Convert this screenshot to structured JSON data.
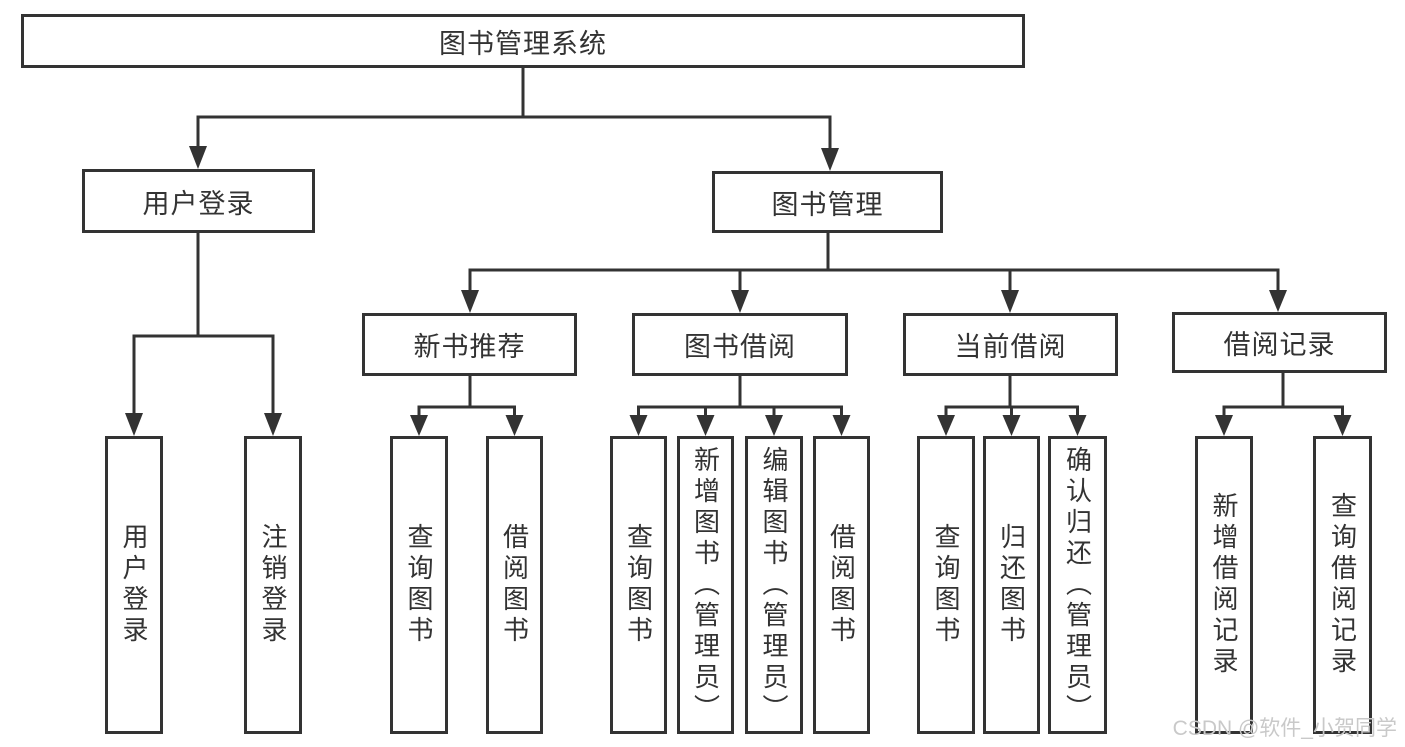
{
  "colors": {
    "line": "#333333",
    "text": "#333333",
    "watermark": "#c9c9c9",
    "background": "#ffffff"
  },
  "watermark": "CSDN @软件_小贺同学",
  "tree": {
    "root": "图书管理系统",
    "user": {
      "label": "用户登录",
      "children": [
        "用户登录",
        "注销登录"
      ]
    },
    "book": {
      "label": "图书管理",
      "groups": [
        {
          "label": "新书推荐",
          "children": [
            "查询图书",
            "借阅图书"
          ]
        },
        {
          "label": "图书借阅",
          "children": [
            "查询图书",
            "新增图书（管理员）",
            "编辑图书（管理员）",
            "借阅图书"
          ]
        },
        {
          "label": "当前借阅",
          "children": [
            "查询图书",
            "归还图书",
            "确认归还（管理员）"
          ]
        },
        {
          "label": "借阅记录",
          "children": [
            "新增借阅记录",
            "查询借阅记录"
          ]
        }
      ]
    }
  }
}
